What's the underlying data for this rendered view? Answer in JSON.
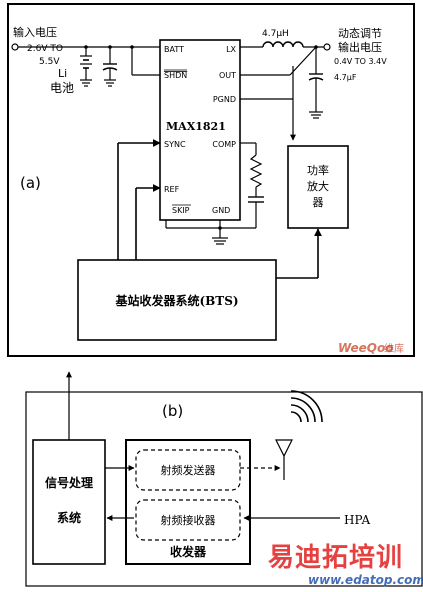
{
  "panel_a": {
    "label": "(a)",
    "input": {
      "title": "输入电压",
      "range_top": "2.6V TO",
      "range_bottom": "5.5V",
      "battery_top": "Li",
      "battery_bottom": "电池"
    },
    "chip": {
      "name": "MAX1821",
      "pins": {
        "batt": "BATT",
        "shdn": "SHDN",
        "lx": "LX",
        "out": "OUT",
        "pgnd": "PGND",
        "sync": "SYNC",
        "comp": "COMP",
        "ref": "REF",
        "skip": "SKIP",
        "gnd": "GND"
      }
    },
    "inductor": "4.7μH",
    "capacitor": "4.7μF",
    "output": {
      "title_top": "动态调节",
      "title_bottom": "输出电压",
      "range": "0.4V TO 3.4V"
    },
    "amplifier": {
      "line1": "功率",
      "line2": "放大",
      "line3": "器"
    },
    "bts": "基站收发器系统(BTS)",
    "watermark_brand": "WeeQoo",
    "watermark_suffix": "维库"
  },
  "panel_b": {
    "label": "(b)",
    "signal_box": {
      "line1": "信号处理",
      "line2": "系统"
    },
    "tx": "射频发送器",
    "rx": "射频接收器",
    "transceiver": "收发器",
    "hpa": "HPA",
    "logo_text": "易迪拓培训",
    "logo_url": "www.edatop.com"
  },
  "colors": {
    "line": "#000000",
    "watermark_brand": "#c8462a",
    "logo_red": "#e02020",
    "logo_blue": "#2255aa"
  }
}
